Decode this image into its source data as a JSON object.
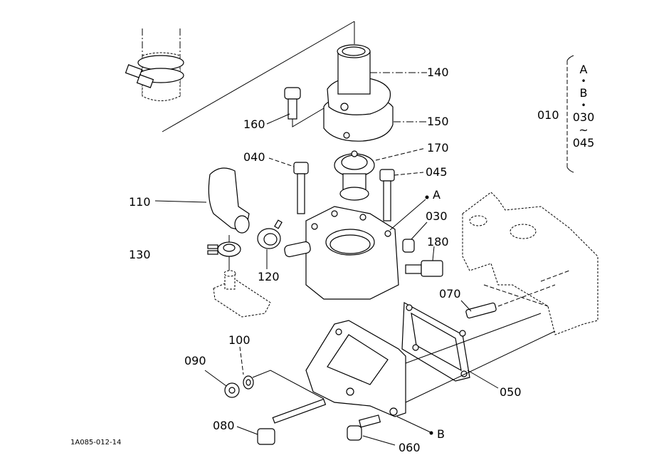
{
  "diagram": {
    "type": "exploded parts diagram",
    "drawing_code": "1A085-012-14",
    "parts": [
      {
        "no": "010",
        "label": "010"
      },
      {
        "no": "030",
        "label": "030"
      },
      {
        "no": "040",
        "label": "040"
      },
      {
        "no": "045",
        "label": "045"
      },
      {
        "no": "050",
        "label": "050"
      },
      {
        "no": "060",
        "label": "060"
      },
      {
        "no": "070",
        "label": "070"
      },
      {
        "no": "080",
        "label": "080"
      },
      {
        "no": "090",
        "label": "090"
      },
      {
        "no": "100",
        "label": "100"
      },
      {
        "no": "110",
        "label": "110"
      },
      {
        "no": "120",
        "label": "120"
      },
      {
        "no": "130",
        "label": "130"
      },
      {
        "no": "140",
        "label": "140"
      },
      {
        "no": "150",
        "label": "150"
      },
      {
        "no": "160",
        "label": "160"
      },
      {
        "no": "170",
        "label": "170"
      },
      {
        "no": "180",
        "label": "180"
      }
    ],
    "reference_points": [
      {
        "label": "A"
      },
      {
        "label": "B"
      }
    ],
    "assembly_group": {
      "label": "010",
      "items": [
        "A",
        "•",
        "B",
        "•",
        "030",
        "~",
        "045"
      ]
    }
  }
}
